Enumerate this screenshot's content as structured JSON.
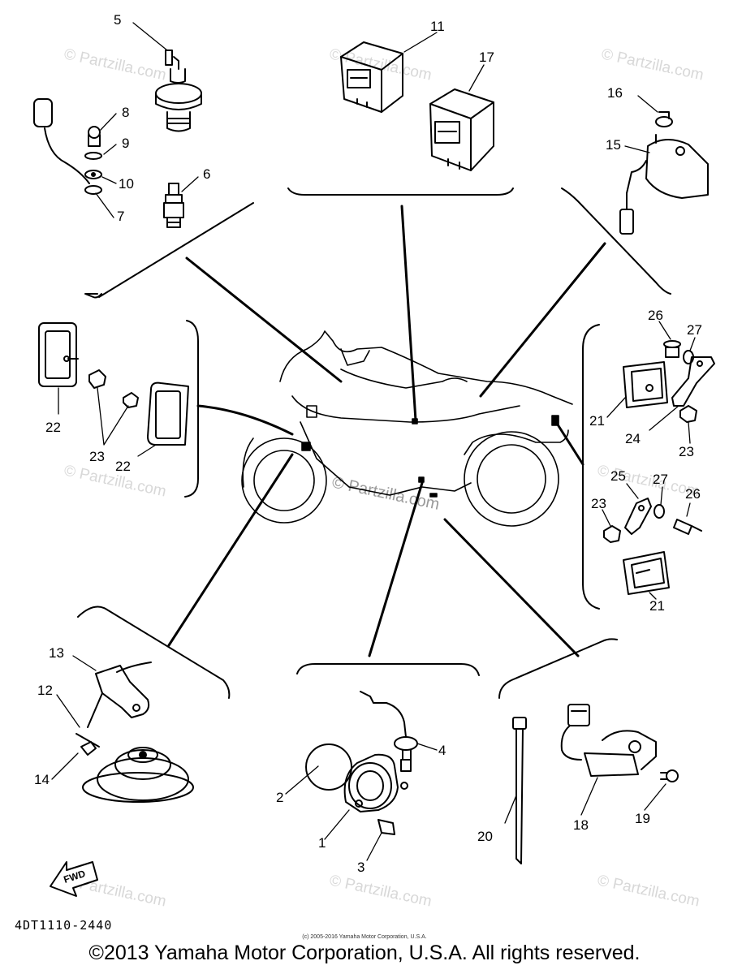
{
  "watermark": "© Partzilla.com",
  "center_watermark": "© Partzilla.com",
  "fwd_label": "FWD",
  "diagram_code": "4DT1110-2440",
  "small_copyright": "(c) 2005-2016 Yamaha Motor Corporation, U.S.A.",
  "copyright": "©2013 Yamaha Motor Corporation, U.S.A. All rights reserved.",
  "callouts": {
    "c1": "1",
    "c2": "2",
    "c3": "3",
    "c4": "4",
    "c5": "5",
    "c6": "6",
    "c7": "7",
    "c8": "8",
    "c9": "9",
    "c10": "10",
    "c11": "11",
    "c12": "12",
    "c13": "13",
    "c14": "14",
    "c15": "15",
    "c16": "16",
    "c17": "17",
    "c18": "18",
    "c19": "19",
    "c20": "20",
    "c21a": "21",
    "c21b": "21",
    "c22a": "22",
    "c22b": "22",
    "c23a": "23",
    "c23b": "23",
    "c23c": "23",
    "c24": "24",
    "c25": "25",
    "c26a": "26",
    "c26b": "26",
    "c27a": "27",
    "c27b": "27"
  }
}
